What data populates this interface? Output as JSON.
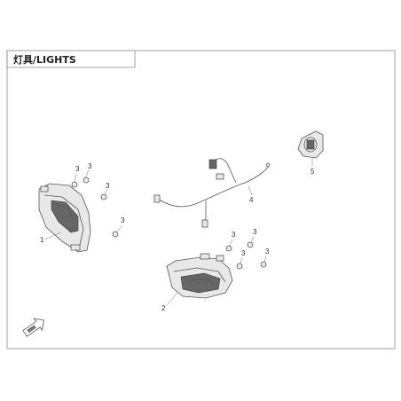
{
  "header": {
    "title": "灯具/LIGHTS"
  },
  "callouts": {
    "headlight_left": "1",
    "headlight_right": "2",
    "bolt": "3",
    "wiring_harness": "4",
    "switch": "5"
  },
  "icons": {
    "front_arrow": "front-direction-arrow-icon"
  },
  "colors": {
    "line": "#555555",
    "border": "#888888",
    "background": "#ffffff"
  }
}
